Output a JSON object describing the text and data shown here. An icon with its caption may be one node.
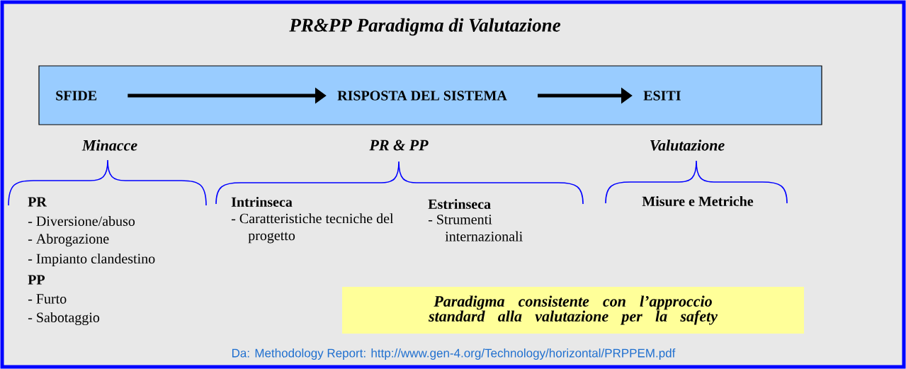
{
  "diagram": {
    "title": "PR&PP Paradigma di Valutazione",
    "caption": "Da: Methodology Report: http://www.gen-4.org/Technology/horizontal/PRPPEM.pdf",
    "nodes": [
      {
        "text": [],
        "shape": "bar"
      },
      {
        "text": [
          "SFIDE"
        ],
        "in": 0
      },
      {
        "text": [
          "RISPOSTA DEL SISTEMA"
        ],
        "in": 0
      },
      {
        "text": [
          "ESITI"
        ],
        "in": 0
      },
      {
        "text": [
          "Paradigma consistente con l’approccio standard alla valutazione per la safety"
        ]
      }
    ],
    "edges": [
      {
        "from": 1,
        "to": 2,
        "arrow": "to"
      },
      {
        "from": 2,
        "to": 3,
        "arrow": "to"
      }
    ],
    "labels": [
      "Minacce",
      "PR & PP",
      "Valutazione",
      "PR",
      "- Diversione/abuso",
      "- Abrogazione",
      "- Impianto clandestino",
      "PP",
      "- Furto",
      "- Sabotaggio",
      "Intrinseca",
      "- Caratteristiche tecniche del progetto",
      "Estrinseca",
      "- Strumenti internazionali",
      "Misure e Metriche"
    ]
  }
}
